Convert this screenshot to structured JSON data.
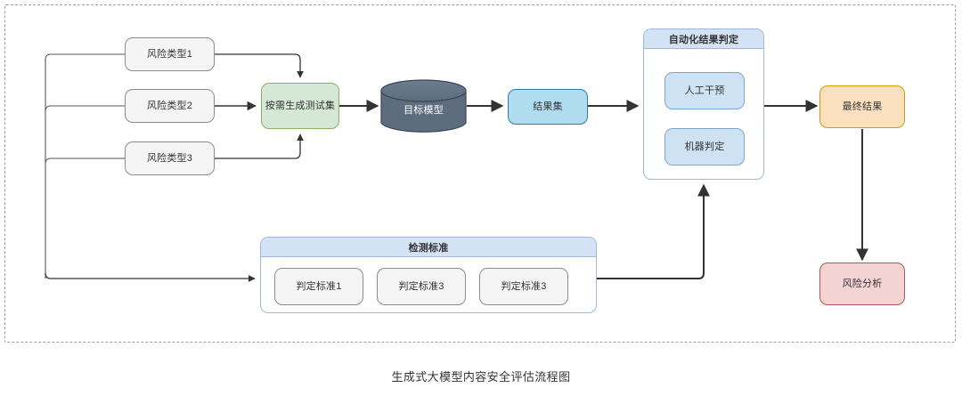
{
  "caption": "生成式大模型内容安全评估流程图",
  "colors": {
    "gray_fill": "#f5f5f5",
    "gray_stroke": "#8c8c8c",
    "green_fill": "#d5e8d4",
    "green_stroke": "#82b366",
    "blue_fill": "#b0dcf0",
    "blue_stroke": "#2d7ca8",
    "orange_fill": "#fbe0c0",
    "orange_stroke": "#d79b00",
    "red_fill": "#f3d3d3",
    "red_stroke": "#b85450",
    "subblue_fill": "#cfe2f3",
    "subblue_stroke": "#7aa6d6",
    "container_header": "#d3e2f5",
    "container_stroke": "#9cb9dc",
    "db_fill": "#5d6c7e",
    "db_stroke": "#3a4654",
    "edge": "#333333",
    "frame": "#9e9e9e"
  },
  "risk_types": [
    {
      "label": "风险类型1"
    },
    {
      "label": "风险类型2"
    },
    {
      "label": "风险类型3"
    }
  ],
  "process": {
    "generate_testset": "按需生成测试集",
    "target_model": "目标模型",
    "result_set": "结果集"
  },
  "automation": {
    "title": "自动化结果判定",
    "items": [
      {
        "label": "人工干预"
      },
      {
        "label": "机器判定"
      }
    ]
  },
  "standards": {
    "title": "检测标准",
    "items": [
      {
        "label": "判定标准1"
      },
      {
        "label": "判定标准3"
      },
      {
        "label": "判定标准3"
      }
    ]
  },
  "outputs": {
    "final_result": "最终结果",
    "risk_analysis": "风险分析"
  }
}
